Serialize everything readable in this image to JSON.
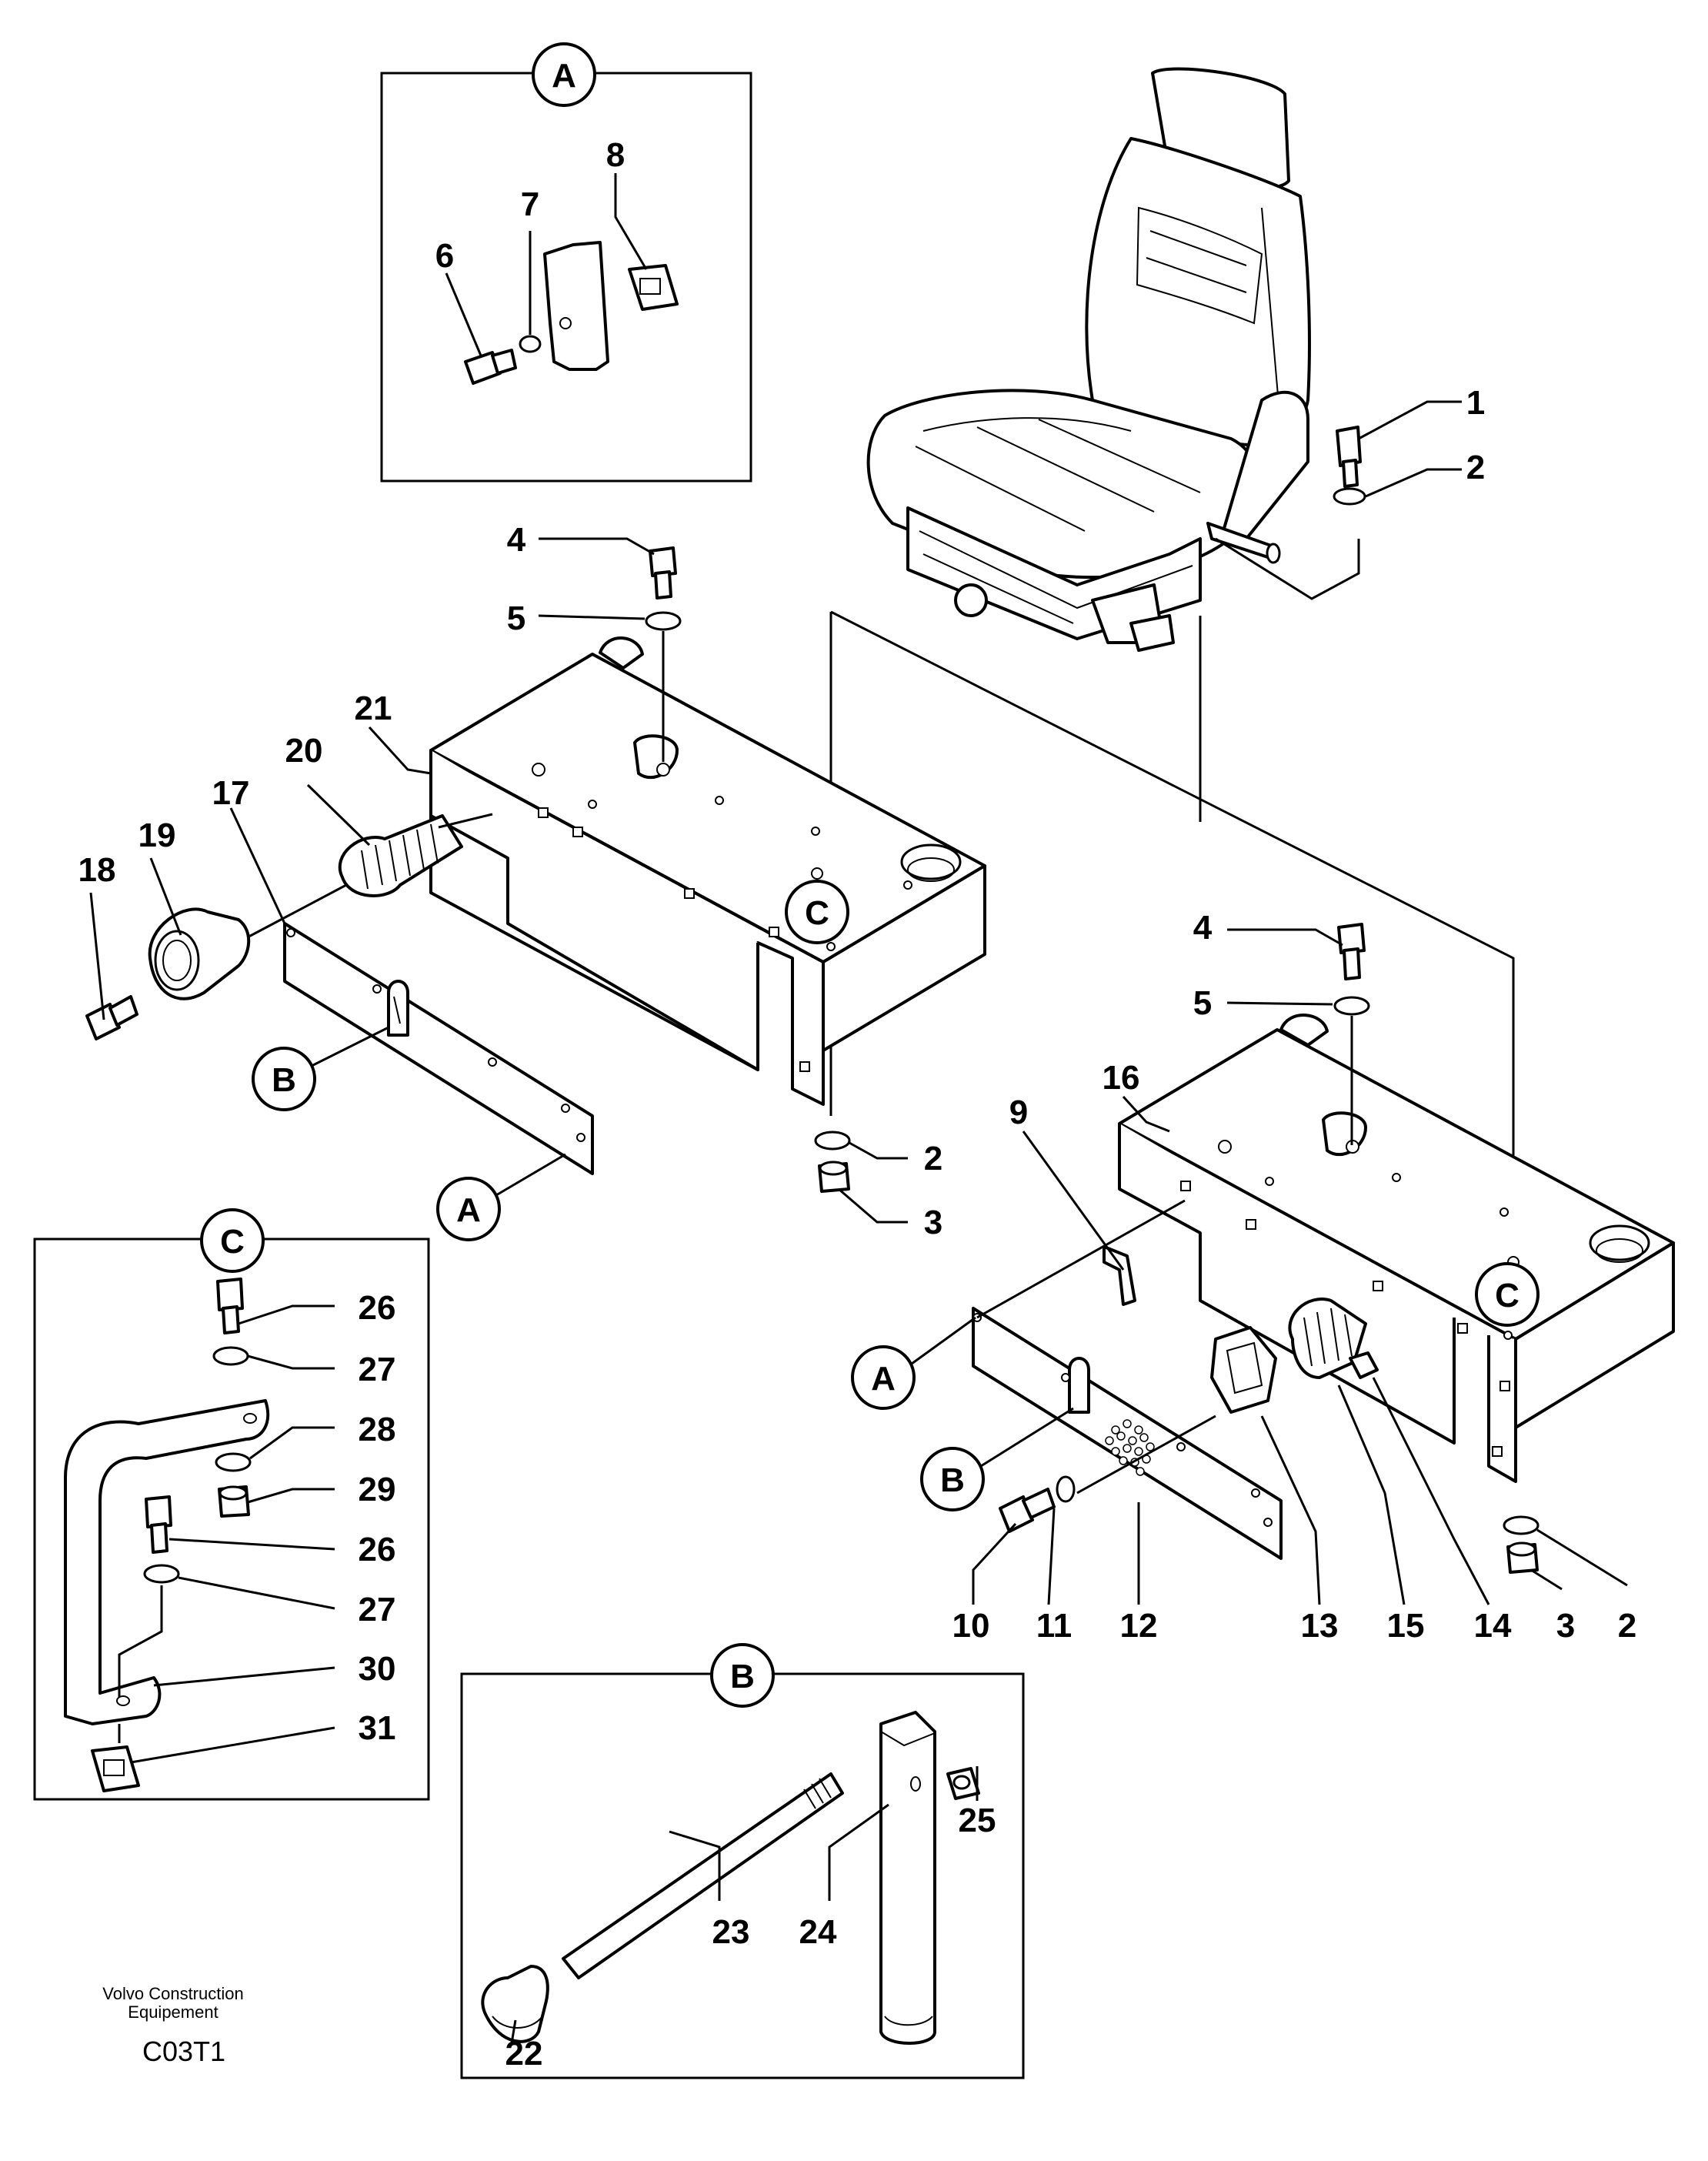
{
  "detail_views": [
    {
      "id": "detail-a",
      "label": "A"
    },
    {
      "id": "detail-b",
      "label": "B"
    },
    {
      "id": "detail-c",
      "label": "C"
    }
  ],
  "reference_bubbles": {
    "a1": "A",
    "a2": "A",
    "b1": "B",
    "b2": "B",
    "c1": "C",
    "c2": "C"
  },
  "part_callouts": {
    "p1": "1",
    "p2a": "2",
    "p2b": "2",
    "p2c": "2",
    "p3a": "3",
    "p3b": "3",
    "p4a": "4",
    "p4b": "4",
    "p5a": "5",
    "p5b": "5",
    "p6": "6",
    "p7": "7",
    "p8": "8",
    "p9": "9",
    "p10": "10",
    "p11": "11",
    "p12": "12",
    "p13": "13",
    "p14": "14",
    "p15": "15",
    "p16": "16",
    "p17": "17",
    "p18": "18",
    "p19": "19",
    "p20": "20",
    "p21": "21",
    "p22": "22",
    "p23": "23",
    "p24": "24",
    "p25": "25",
    "p26a": "26",
    "p26b": "26",
    "p27a": "27",
    "p27b": "27",
    "p28": "28",
    "p29": "29",
    "p30": "30",
    "p31": "31"
  },
  "footer": {
    "company_line1": "Volvo Construction",
    "company_line2": "Equipement",
    "drawing_code": "C03T1"
  }
}
